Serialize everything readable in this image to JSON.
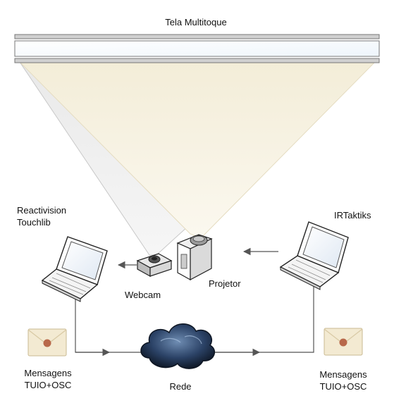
{
  "diagram": {
    "screen_title": "Tela Multitoque",
    "tracker_left": {
      "line1": "Reactivision",
      "line2": "Touchlib"
    },
    "tracker_right": "IRTaktiks",
    "webcam": "Webcam",
    "projector": "Projetor",
    "network": "Rede",
    "message_left": {
      "line1": "Mensagens",
      "line2": "TUIO+OSC"
    },
    "message_right": {
      "line1": "Mensagens",
      "line2": "TUIO+OSC"
    }
  },
  "colors": {
    "screen_border": "#808080",
    "webcam_cone": "#ececec",
    "projector_beam": "#f6f1e0",
    "arrow": "#555555",
    "cloud": "#1a2a40",
    "envelope": "#f3ead2",
    "seal": "#b8684a"
  }
}
